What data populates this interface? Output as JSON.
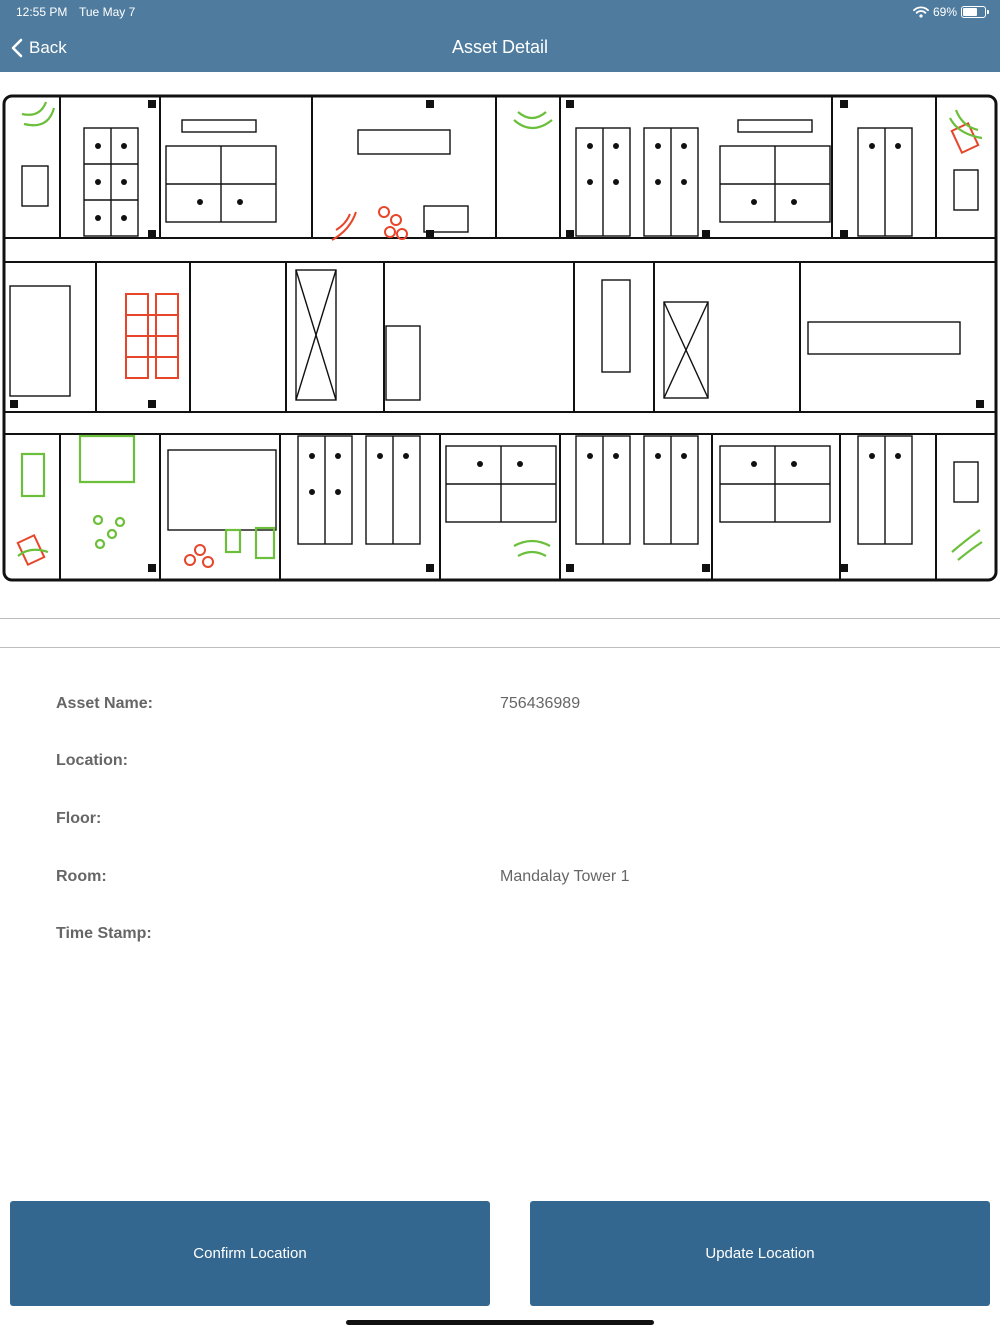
{
  "status_bar": {
    "time": "12:55 PM",
    "date": "Tue May 7",
    "battery": "69%",
    "battery_level": 0.69,
    "icons": [
      "wifi-icon",
      "battery-icon"
    ]
  },
  "nav": {
    "back_label": "Back",
    "title": "Asset Detail"
  },
  "floorplan": {
    "icon": "floor-plan-map"
  },
  "details": {
    "asset_name_label": "Asset Name:",
    "asset_name_value": "756436989",
    "location_label": "Location:",
    "location_value": "",
    "floor_label": "Floor:",
    "floor_value": "",
    "room_label": "Room:",
    "room_value": "Mandalay Tower 1",
    "timestamp_label": "Time Stamp:",
    "timestamp_value": ""
  },
  "actions": {
    "confirm_label": "Confirm Location",
    "update_label": "Update Location"
  },
  "colors": {
    "nav_bar": "#4f7c9e",
    "button": "#33678f",
    "label_text": "#666666",
    "plan_green": "#6bbf3a",
    "plan_red": "#e8462a"
  }
}
